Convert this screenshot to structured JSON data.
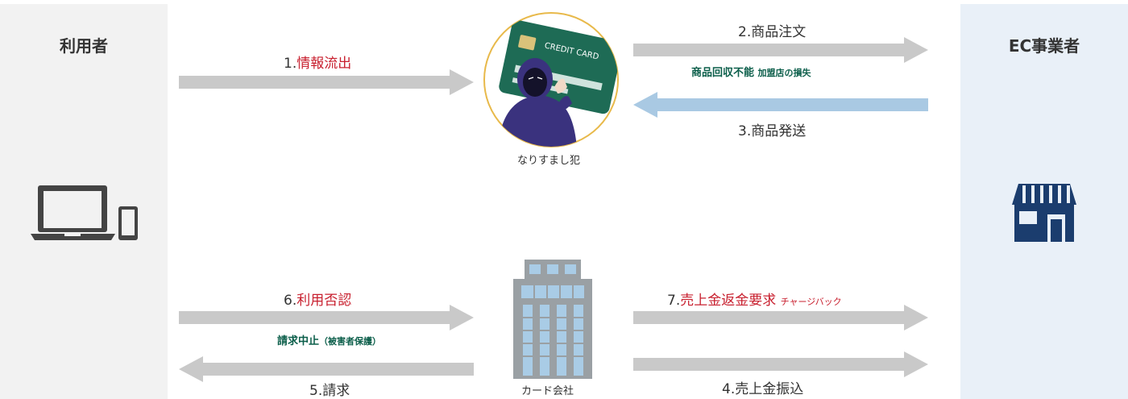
{
  "actors": {
    "user": "利用者",
    "merchant": "EC事業者",
    "fraudster": "なりすまし犯",
    "card_company": "カード会社"
  },
  "card_text": "CREDIT CARD",
  "steps": {
    "s1": {
      "num": "1.",
      "text": "情報流出"
    },
    "s2": {
      "num": "2.",
      "text": "商品注文"
    },
    "s2_note_main": "商品回収不能",
    "s2_note_sub": "加盟店の損失",
    "s3": {
      "num": "3.",
      "text": "商品発送"
    },
    "s4": {
      "num": "4.",
      "text": "売上金振込"
    },
    "s5": {
      "num": "5.",
      "text": "請求"
    },
    "s6": {
      "num": "6.",
      "text": "利用否認"
    },
    "s6_note_main": "請求中止",
    "s6_note_sub": "（被害者保護）",
    "s7": {
      "num": "7.",
      "text": "売上金返金要求",
      "sub": "チャージバック"
    }
  },
  "colors": {
    "arrow_gray": "#c9c9c9",
    "arrow_blue": "#a9c9e3",
    "accent_red": "#c8202f",
    "note_green": "#0b5e4a",
    "card_green": "#1e6b55",
    "circle_gold": "#e8b94a",
    "store_navy": "#1b3d6e",
    "device_dark": "#444444"
  },
  "icons": [
    "laptop-icon",
    "phone-icon",
    "store-icon",
    "credit-card-icon",
    "hooded-hacker-icon",
    "office-building-icon"
  ]
}
